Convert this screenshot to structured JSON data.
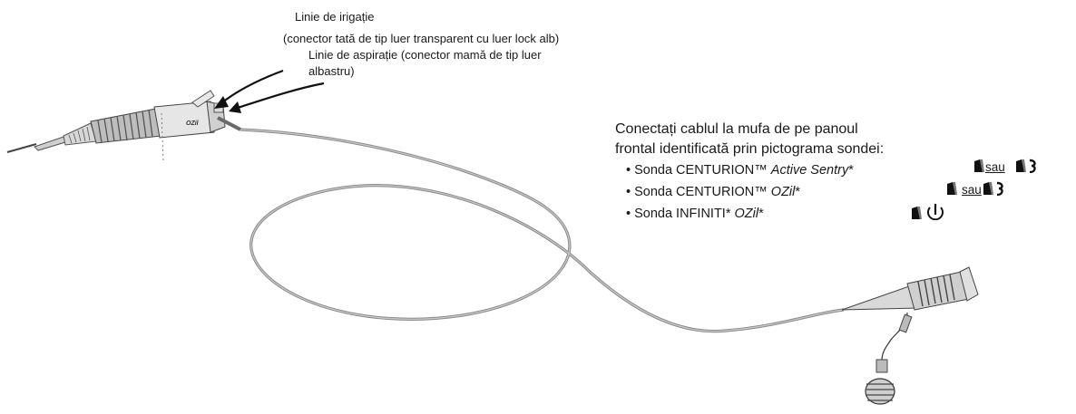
{
  "labels": {
    "irrigation_title": "Linie de irigație",
    "irrigation_detail": "(conector tată de tip luer transparent cu luer lock alb)",
    "aspiration_line1": "Linie de aspirație (conector mamă de tip luer",
    "aspiration_line2": "albastru)"
  },
  "instructions": {
    "line1": "Conectați cablul la mufa de pe panoul",
    "line2": "frontal identificată prin pictograma sondei:"
  },
  "probes": [
    {
      "prefix": "• Sonda CENTURION™ ",
      "name": "Active Sentry",
      "suffix": "*",
      "alt_word": "sau",
      "icons": [
        "probe-icon",
        "sentry-wave-icon"
      ]
    },
    {
      "prefix": "• Sonda CENTURION™ ",
      "name": "OZil",
      "suffix": "*",
      "alt_word": "sau",
      "icons": [
        "probe-icon",
        "ozil-wave-icon"
      ]
    },
    {
      "prefix": "• Sonda INFINITI* ",
      "name": "OZil",
      "suffix": "*",
      "icons": [
        "probe-icon",
        "infiniti-ozil-icon"
      ]
    }
  ],
  "handpiece_marking": "OZil"
}
